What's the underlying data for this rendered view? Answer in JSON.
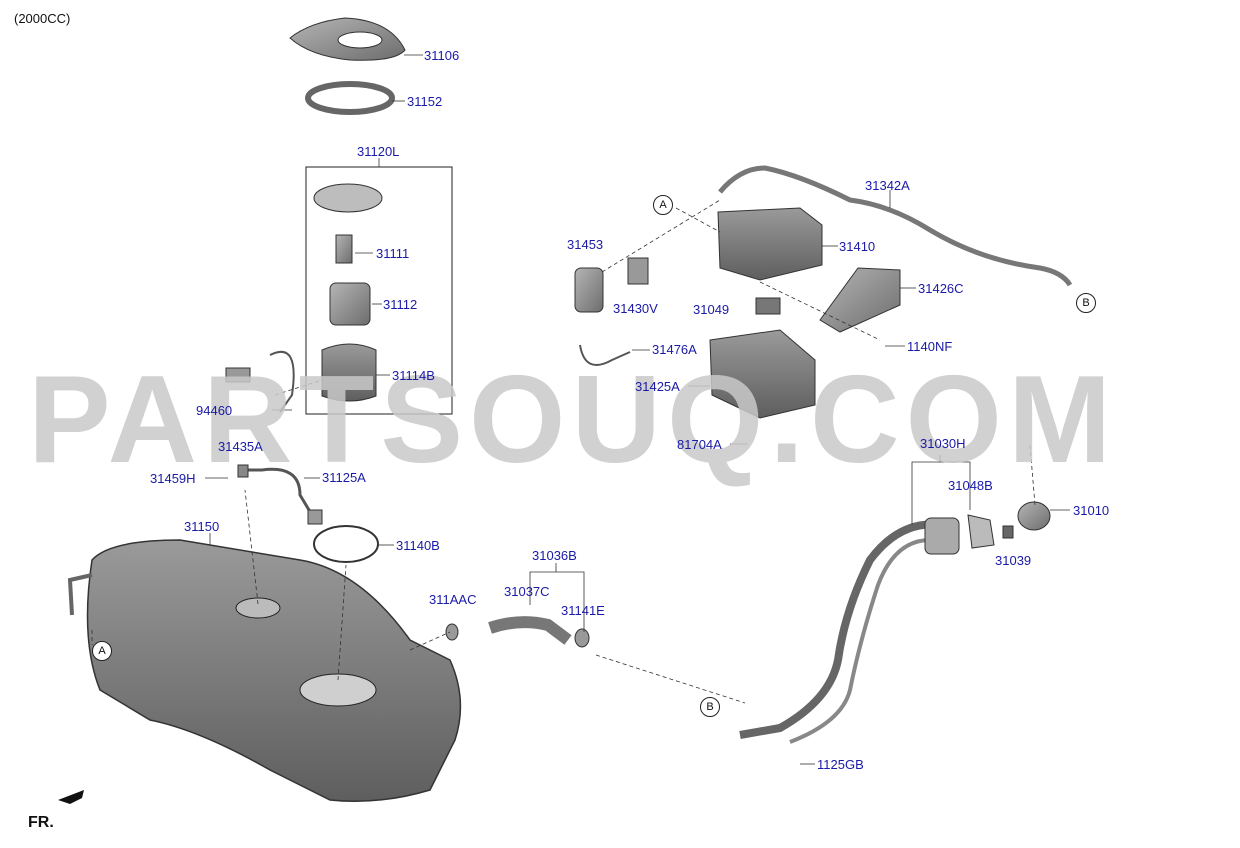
{
  "header": {
    "engine": "(2000CC)"
  },
  "front_marker": "FR.",
  "watermark": "PARTSOUQ.COM",
  "ref_markers": {
    "a": "A",
    "b": "B"
  },
  "parts": {
    "p31106": "31106",
    "p31152": "31152",
    "p31120L": "31120L",
    "p31111": "31111",
    "p31112": "31112",
    "p31114B": "31114B",
    "p94460": "94460",
    "p31435A": "31435A",
    "p31459H": "31459H",
    "p31125A": "31125A",
    "p31150": "31150",
    "p31140B": "31140B",
    "p31342A": "31342A",
    "p31453": "31453",
    "p31410": "31410",
    "p31430V": "31430V",
    "p31049": "31049",
    "p31426C": "31426C",
    "p1140NF": "1140NF",
    "p31476A": "31476A",
    "p31425A": "31425A",
    "p81704A": "81704A",
    "p31030H": "31030H",
    "p31048B": "31048B",
    "p31010": "31010",
    "p31039": "31039",
    "p31036B": "31036B",
    "p311AAC": "311AAC",
    "p31037C": "31037C",
    "p31141E": "31141E",
    "p1125GB": "1125GB"
  }
}
